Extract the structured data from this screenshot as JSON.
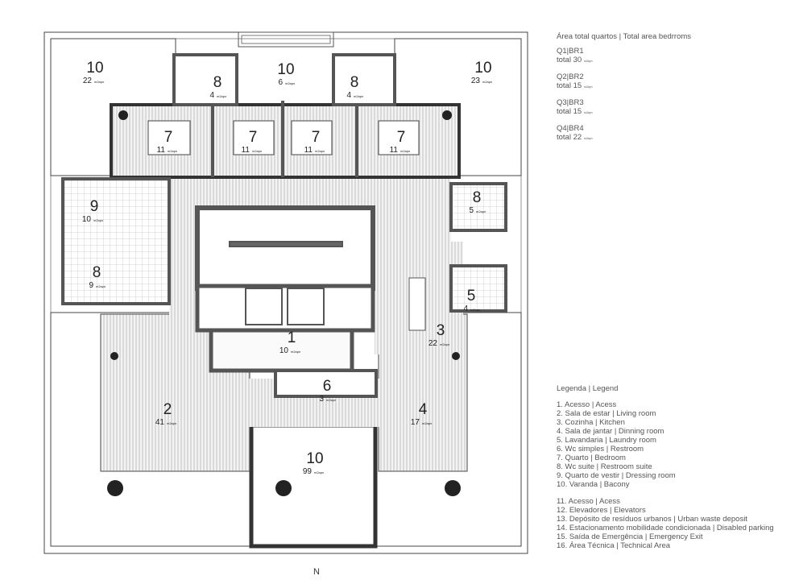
{
  "bedroom_areas": {
    "title": "Área total quartos | Total area bedrroms",
    "items": [
      {
        "name": "Q1|BR1",
        "total": "total 30",
        "unit": "m2apn"
      },
      {
        "name": "Q2|BR2",
        "total": "total 15",
        "unit": "m2apn"
      },
      {
        "name": "Q3|BR3",
        "total": "total 15",
        "unit": "m2apn"
      },
      {
        "name": "Q4|BR4",
        "total": "total 22",
        "unit": "m2apn"
      }
    ]
  },
  "legend": {
    "title": "Legenda | Legend",
    "group1": [
      "1. Acesso | Acess",
      "2. Sala de estar | Living room",
      "3. Cozinha | Kitchen",
      "4. Sala de jantar | Dinning room",
      "5. Lavandaria | Laundry room",
      "6. Wc simples | Restroom",
      "7. Quarto | Bedroom",
      "8. Wc suite | Restroom suite",
      "9. Quarto de vestir | Dressing room",
      "10. Varanda | Bacony"
    ],
    "group2": [
      "11. Acesso | Acess",
      "12. Elevadores | Elevators",
      "13. Depósito de resíduos urbanos | Urban waste deposit",
      "14. Estacionamento mobilidade condicionada | Disabled parking",
      "15. Saída de Emergência | Emergency Exit",
      "16. Área Técnica | Technical Area"
    ]
  },
  "rooms": [
    {
      "number": "10",
      "area": "22",
      "unit": "m2apn"
    },
    {
      "number": "10",
      "area": "6",
      "unit": "m2apn"
    },
    {
      "number": "10",
      "area": "23",
      "unit": "m2apn"
    },
    {
      "number": "8",
      "area": "4",
      "unit": "m2apn"
    },
    {
      "number": "8",
      "area": "4",
      "unit": "m2apn"
    },
    {
      "number": "7",
      "area": "11",
      "unit": "m2apn"
    },
    {
      "number": "7",
      "area": "11",
      "unit": "m2apn"
    },
    {
      "number": "7",
      "area": "11",
      "unit": "m2apn"
    },
    {
      "number": "7",
      "area": "11",
      "unit": "m2apn"
    },
    {
      "number": "9",
      "area": "10",
      "unit": "m2apn"
    },
    {
      "number": "8",
      "area": "5",
      "unit": "m2apn"
    },
    {
      "number": "8",
      "area": "9",
      "unit": "m2apn"
    },
    {
      "number": "5",
      "area": "4",
      "unit": "m2apn"
    },
    {
      "number": "1",
      "area": "10",
      "unit": "m2apn"
    },
    {
      "number": "3",
      "area": "22",
      "unit": "m2apn"
    },
    {
      "number": "6",
      "area": "3",
      "unit": "m2apn"
    },
    {
      "number": "2",
      "area": "41",
      "unit": "m2apn"
    },
    {
      "number": "4",
      "area": "17",
      "unit": "m2apn"
    },
    {
      "number": "10",
      "area": "99",
      "unit": "m2apn"
    }
  ],
  "north_label": "N",
  "colors": {
    "wall": "#555555",
    "line": "#333333",
    "hatch": "#bbbbbb"
  }
}
